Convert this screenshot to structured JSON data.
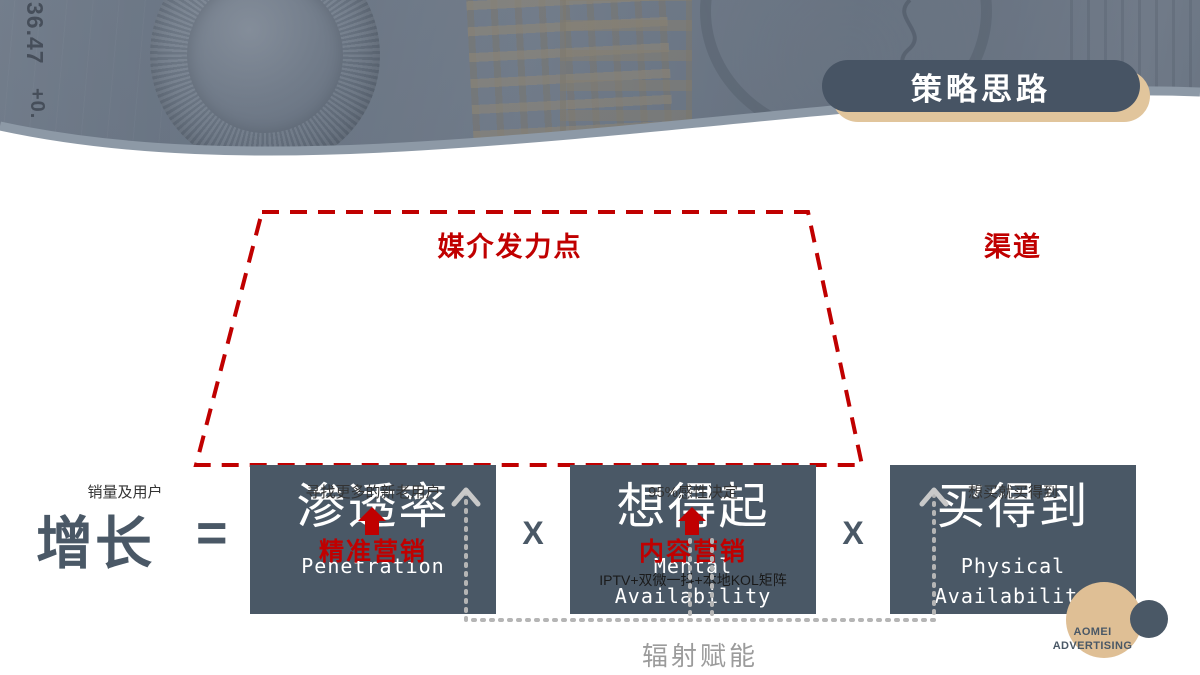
{
  "header": {
    "title_badge": "策略思路",
    "photo_numbers": [
      "36.47",
      "+0."
    ],
    "colors": {
      "badge_bg": "#475464",
      "badge_shadow": "#e1c59c",
      "photo_tint": "#69747f"
    }
  },
  "diagram": {
    "growth_label": "增长",
    "equals_sign": "=",
    "multiplier_signs": [
      "X",
      "X"
    ],
    "section_headings": [
      {
        "label": "媒介发力点"
      },
      {
        "label": "渠道"
      }
    ],
    "pillars": [
      {
        "cn": "渗透率",
        "en": "Penetration"
      },
      {
        "cn": "想得起",
        "en": "Mental\nAvailability"
      },
      {
        "cn": "买得到",
        "en": "Physical\nAvailability"
      }
    ],
    "captions": [
      "销量及用户",
      "寻找更多的新老用户",
      "95%感性决定",
      "想买就买得到"
    ],
    "tactics": [
      {
        "title": "精准营销",
        "subtitle": ""
      },
      {
        "title": "内容营销",
        "subtitle": "IPTV+双微一抖+本地KOL矩阵"
      }
    ],
    "enable_label": "辐射赋能",
    "colors": {
      "box": "#4a5866",
      "accent_red": "#c00000",
      "dotted_gray": "#b5b5b5",
      "caption_text": "#333333"
    }
  },
  "logo": {
    "line1": "AOMEI",
    "line2": "ADVERTISING",
    "colors": {
      "circle_big": "#dfbf95",
      "circle_small": "#4a5866",
      "text": "#4a5866"
    }
  }
}
